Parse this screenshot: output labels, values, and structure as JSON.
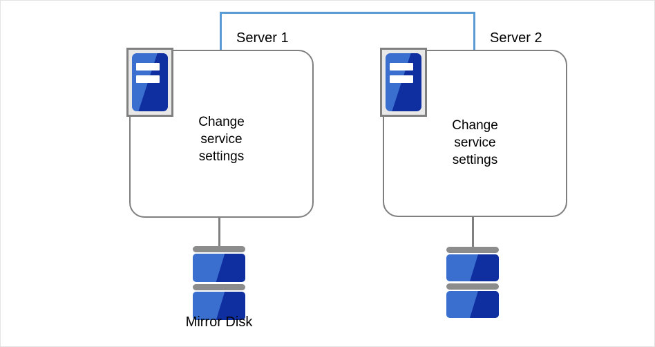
{
  "diagram": {
    "title": "Mirror disk two-server cluster configuration",
    "colors": {
      "link_blue": "#5b9bd5",
      "box_border_gray": "#7f7f7f",
      "icon_border_gray": "#808080",
      "icon_fill_light": "#3a6fd0",
      "icon_fill_dark": "#0f2fa0",
      "disk_plate_gray": "#8c8c8c",
      "background": "#ffffff",
      "text": "#000000"
    },
    "connection": {
      "name": "interconnect-bracket",
      "shape": "staple"
    },
    "servers": [
      {
        "id": "server-1",
        "label": "Server 1",
        "icon": "server-icon",
        "body_text": "Change\nservice\nsettings",
        "body_lines": [
          "Change",
          "service",
          "settings"
        ],
        "disk": {
          "id": "disk-1",
          "icon": "disk-stack-icon",
          "label": "Mirror Disk",
          "platters": 2
        }
      },
      {
        "id": "server-2",
        "label": "Server 2",
        "icon": "server-icon",
        "body_text": "Change\nservice\nsettings",
        "body_lines": [
          "Change",
          "service",
          "settings"
        ],
        "disk": {
          "id": "disk-2",
          "icon": "disk-stack-icon",
          "label": "",
          "platters": 2
        }
      }
    ]
  }
}
